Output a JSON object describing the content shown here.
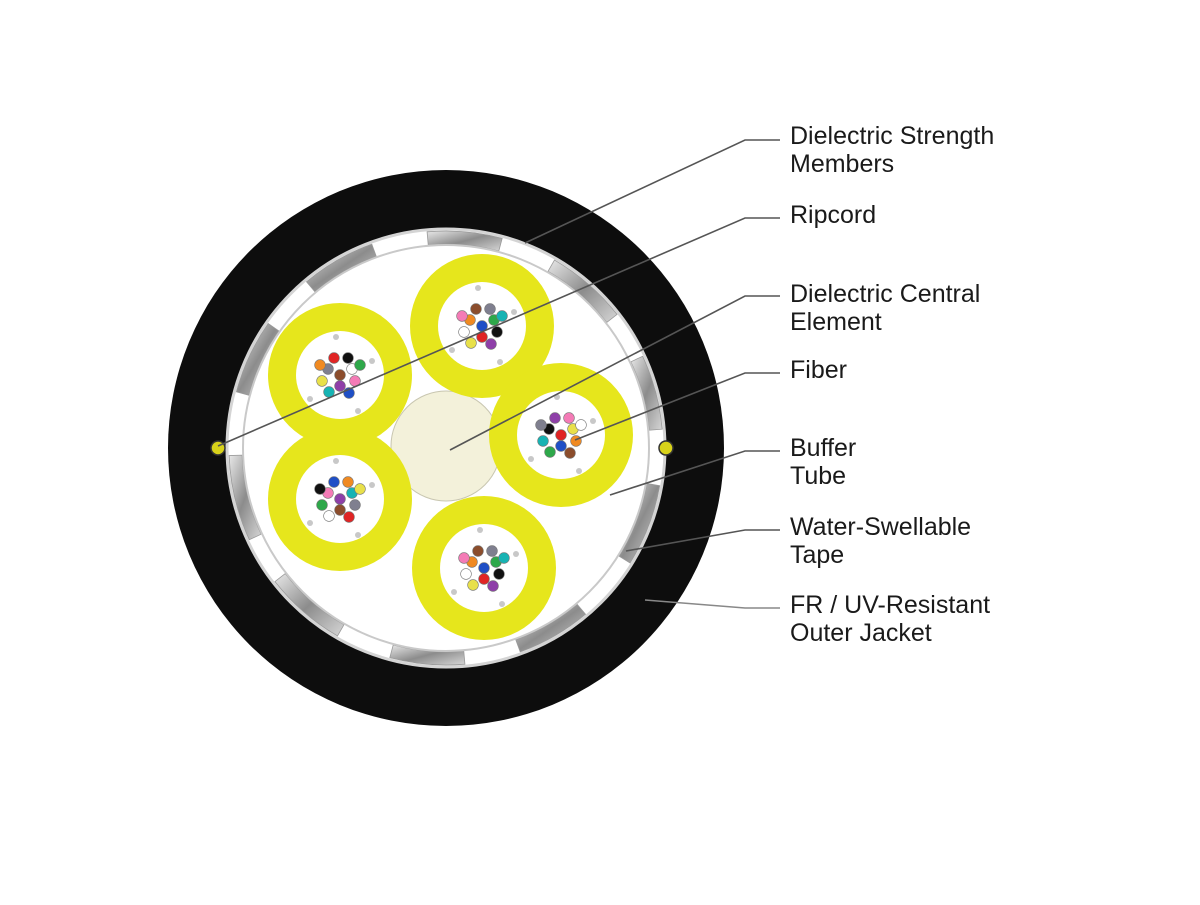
{
  "diagram": {
    "labels": [
      {
        "id": "strength-members",
        "text": "Dielectric Strength\nMembers"
      },
      {
        "id": "ripcord",
        "text": "Ripcord"
      },
      {
        "id": "central-element",
        "text": "Dielectric Central\nElement"
      },
      {
        "id": "fiber",
        "text": "Fiber"
      },
      {
        "id": "buffer-tube",
        "text": "Buffer\nTube"
      },
      {
        "id": "water-tape",
        "text": "Water-Swellable\nTape"
      },
      {
        "id": "outer-jacket",
        "text": "FR / UV-Resistant\nOuter Jacket"
      }
    ]
  },
  "colors": {
    "jacket": "#0d0d0d",
    "buffer_tube": "#e6e61c",
    "buffer_tube_inner": "#ffffff",
    "central_element": "#f3f1da",
    "strength_members": "#bdbdbd",
    "leader_line": "#555555",
    "fiber_colors": [
      "#1f4fc6",
      "#f08a22",
      "#2ea84a",
      "#8b4d2c",
      "#7f7f8f",
      "#ffffff",
      "#e02424",
      "#111111",
      "#e8e04a",
      "#8e3fa8",
      "#f47bb6",
      "#17b3b3"
    ]
  },
  "icons": {
    "ripcord": "yellow-ripcord-dot"
  }
}
